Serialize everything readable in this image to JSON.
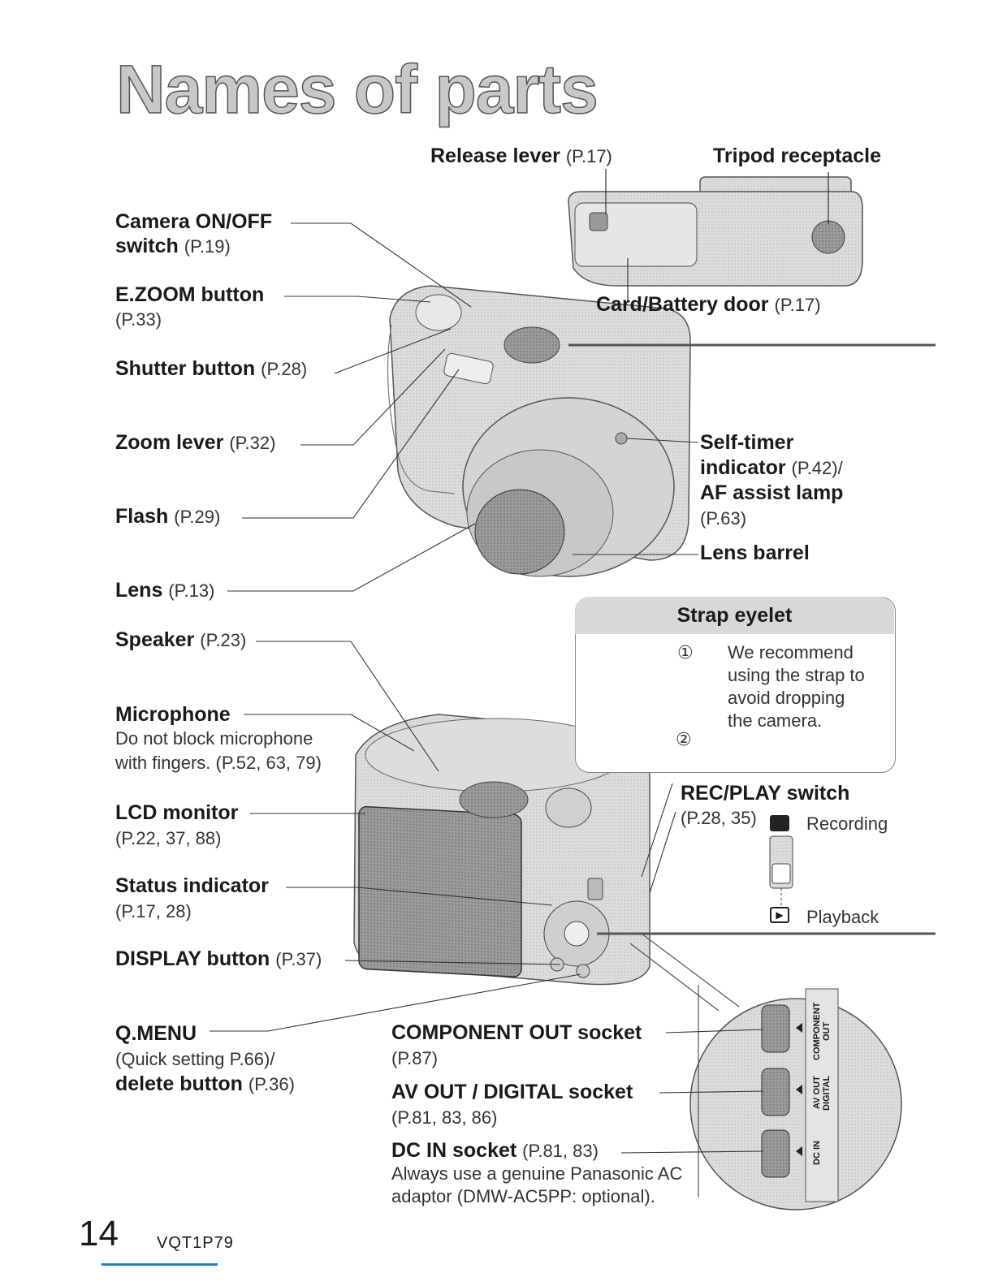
{
  "page": {
    "title": "Names of parts",
    "page_number": "14",
    "doc_code": "VQT1P79"
  },
  "labels": {
    "release_lever": {
      "name": "Release lever",
      "ref": "(P.17)"
    },
    "tripod_receptacle": {
      "name": "Tripod receptacle"
    },
    "card_battery_door": {
      "name": "Card/Battery door",
      "ref": "(P.17)"
    },
    "camera_onoff": {
      "name": "Camera ON/OFF",
      "name2": "switch",
      "ref": "(P.19)"
    },
    "ezoom": {
      "name": "E.ZOOM button",
      "ref": "(P.33)"
    },
    "shutter": {
      "name": "Shutter button",
      "ref": "(P.28)"
    },
    "zoom_lever": {
      "name": "Zoom lever",
      "ref": "(P.32)"
    },
    "flash": {
      "name": "Flash",
      "ref": "(P.29)"
    },
    "lens": {
      "name": "Lens",
      "ref": "(P.13)"
    },
    "self_timer": {
      "name": "Self-timer",
      "name2": "indicator",
      "ref": "(P.42)/",
      "name3": "AF assist lamp",
      "ref2": "(P.63)"
    },
    "lens_barrel": {
      "name": "Lens barrel"
    },
    "speaker": {
      "name": "Speaker",
      "ref": "(P.23)"
    },
    "microphone": {
      "name": "Microphone",
      "note1": "Do not block microphone",
      "note2": "with fingers. (P.52, 63, 79)"
    },
    "lcd": {
      "name": "LCD monitor",
      "ref": "(P.22, 37, 88)"
    },
    "status": {
      "name": "Status indicator",
      "ref": "(P.17, 28)"
    },
    "display": {
      "name": "DISPLAY button",
      "ref": "(P.37)"
    },
    "qmenu": {
      "name": "Q.MENU",
      "note": "(Quick setting P.66)/",
      "name2": "delete button",
      "ref": "(P.36)"
    },
    "component_out": {
      "name": "COMPONENT OUT socket",
      "ref": "(P.87)"
    },
    "av_out": {
      "name": "AV OUT / DIGITAL socket",
      "ref": "(P.81, 83, 86)"
    },
    "dc_in": {
      "name": "DC IN socket",
      "ref": "(P.81, 83)",
      "note1": "Always use a genuine Panasonic AC",
      "note2": "adaptor (DMW-AC5PP: optional)."
    },
    "rec_play": {
      "name": "REC/PLAY switch",
      "ref": "(P.28, 35)",
      "recording": "Recording",
      "playback": "Playback"
    }
  },
  "strap_box": {
    "title": "Strap eyelet",
    "step1": "①",
    "step2": "②",
    "text1": "We recommend",
    "text2": "using the strap to",
    "text3": "avoid dropping",
    "text4": "the camera."
  },
  "port_labels": {
    "component": "COMPONENT OUT",
    "av": "AV OUT DIGITAL",
    "dc": "DC IN"
  },
  "colors": {
    "accent_bar": "#2a7fbf",
    "camera_body": "#cfcfcf"
  }
}
